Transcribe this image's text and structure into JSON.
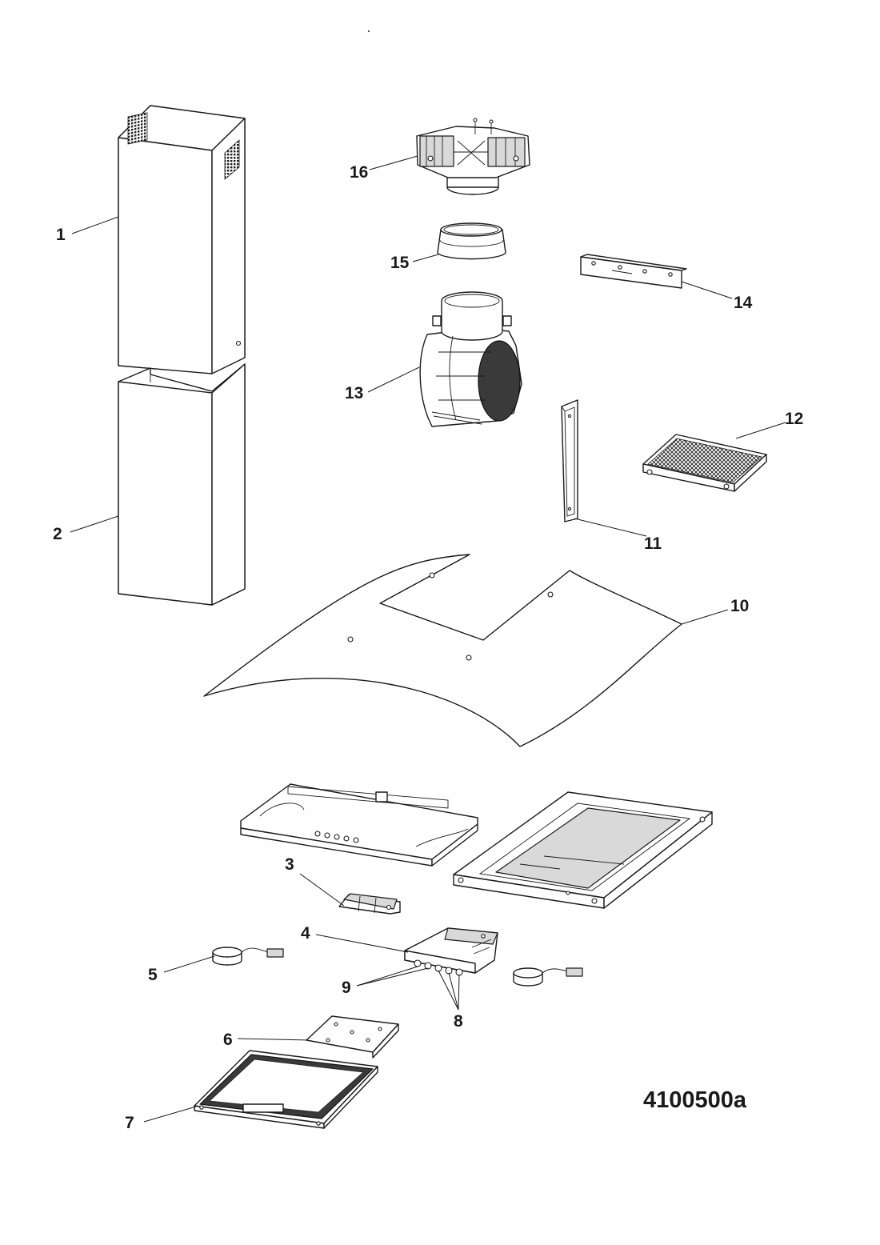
{
  "drawing_ref": "4100500a",
  "callouts": {
    "c1": "1",
    "c2": "2",
    "c3": "3",
    "c4": "4",
    "c5": "5",
    "c6": "6",
    "c7": "7",
    "c8": "8",
    "c9": "9",
    "c10": "10",
    "c11": "11",
    "c12": "12",
    "c13": "13",
    "c14": "14",
    "c15": "15",
    "c16": "16"
  }
}
